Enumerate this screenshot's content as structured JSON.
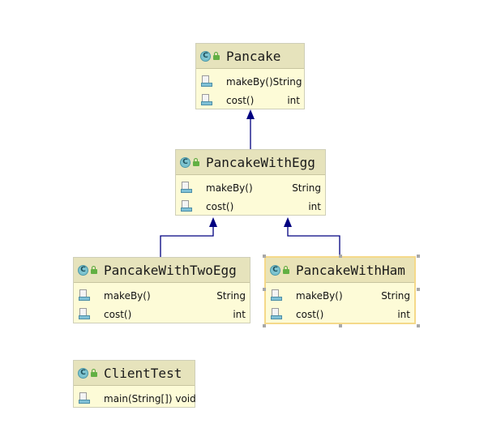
{
  "classes": {
    "pancake": {
      "name": "Pancake",
      "members": [
        {
          "name": "makeBy()",
          "type": "String"
        },
        {
          "name": "cost()",
          "type": "int"
        }
      ]
    },
    "pancake_with_egg": {
      "name": "PancakeWithEgg",
      "members": [
        {
          "name": "makeBy()",
          "type": "String"
        },
        {
          "name": "cost()",
          "type": "int"
        }
      ]
    },
    "pancake_with_two_egg": {
      "name": "PancakeWithTwoEgg",
      "members": [
        {
          "name": "makeBy()",
          "type": "String"
        },
        {
          "name": "cost()",
          "type": "int"
        }
      ]
    },
    "pancake_with_ham": {
      "name": "PancakeWithHam",
      "selected": true,
      "members": [
        {
          "name": "makeBy()",
          "type": "String"
        },
        {
          "name": "cost()",
          "type": "int"
        }
      ]
    },
    "client_test": {
      "name": "ClientTest",
      "members": [
        {
          "name": "main(String[]) void",
          "type": ""
        }
      ]
    }
  },
  "class_icon_glyph": "C",
  "icons": {
    "class": "class-icon",
    "visibility": "public-lock-icon",
    "member": "method-icon"
  },
  "colors": {
    "header": "#e6e3bc",
    "body": "#fdfbd7",
    "arrow": "#000080",
    "selection": "#f5d98a"
  }
}
